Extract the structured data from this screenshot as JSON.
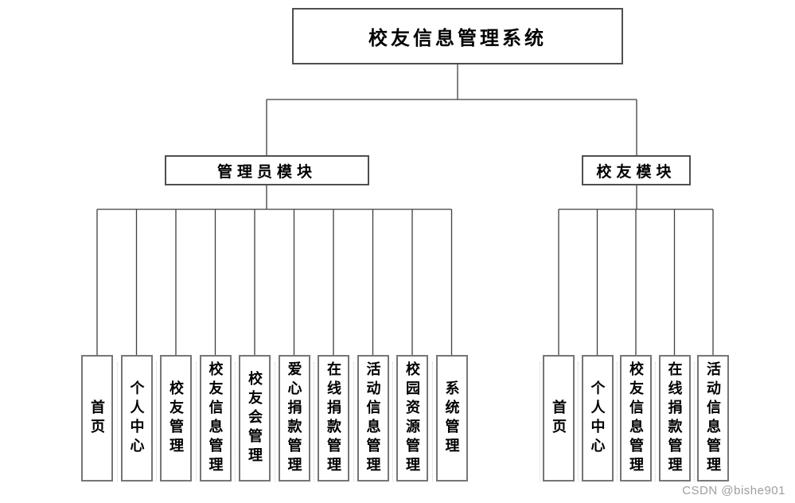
{
  "diagram": {
    "root": {
      "label": "校友信息管理系统"
    },
    "modules": [
      {
        "id": "admin",
        "label": "管理员模块",
        "children": [
          "首页",
          "个人中心",
          "校友管理",
          "校友信息管理",
          "校友会管理",
          "爱心捐款管理",
          "在线捐款管理",
          "活动信息管理",
          "校园资源管理",
          "系统管理"
        ]
      },
      {
        "id": "alumni",
        "label": "校友模块",
        "children": [
          "首页",
          "个人中心",
          "校友信息管理",
          "在线捐款管理",
          "活动信息管理"
        ]
      }
    ]
  },
  "watermark": {
    "text": "CSDN @bishe901"
  },
  "colors": {
    "background": "#ffffff",
    "connector": "#3f3f3f",
    "box_border": "#767676",
    "root_border": "#4f4f4f",
    "text": "#000000",
    "watermark": "#9e9e9e",
    "divider_dotted": "#d2d2d2"
  }
}
